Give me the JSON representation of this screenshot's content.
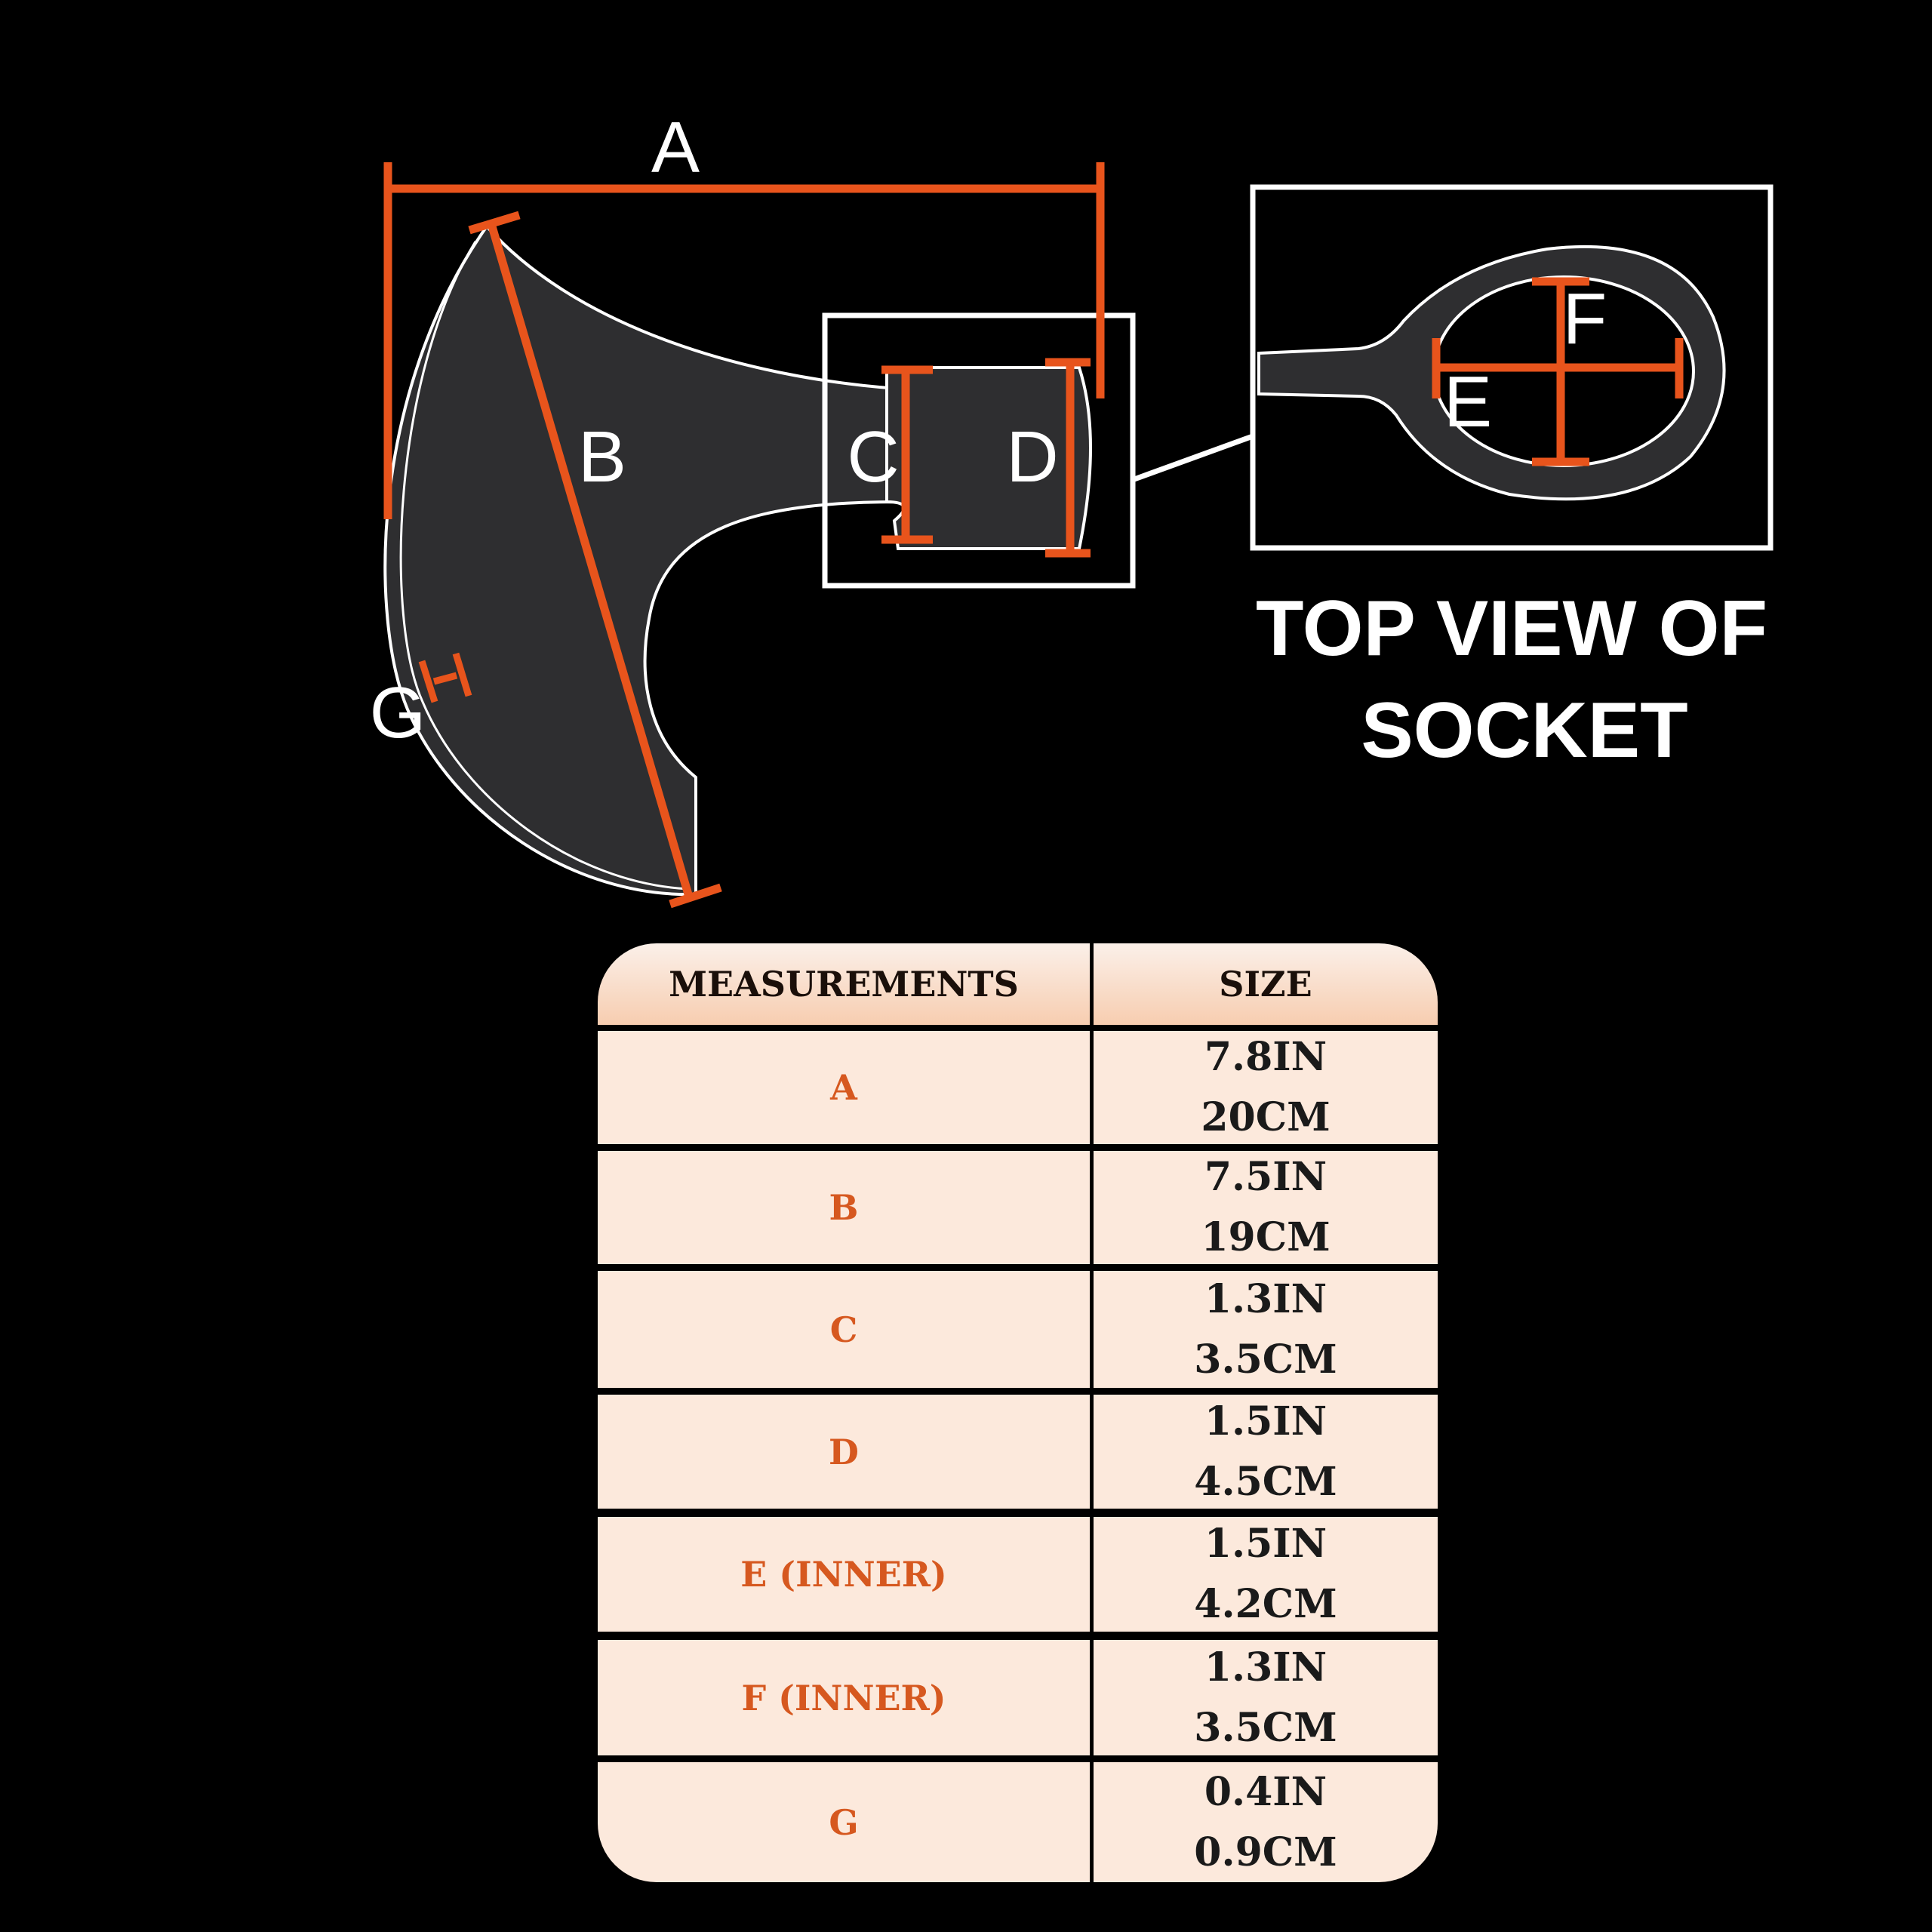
{
  "diagram": {
    "labels": {
      "A": "A",
      "B": "B",
      "C": "C",
      "D": "D",
      "E": "E",
      "F": "F",
      "G": "G"
    },
    "caption_line1": "TOP VIEW OF",
    "caption_line2": "SOCKET",
    "colors": {
      "background": "#000000",
      "axe": "#2e2e30",
      "outline": "#ffffff",
      "measure": "#e8541c"
    }
  },
  "table": {
    "headers": {
      "measurement": "MEASUREMENTS",
      "size": "SIZE"
    },
    "rows": [
      {
        "name": "A",
        "in": "7.8IN",
        "cm": "20CM"
      },
      {
        "name": "B",
        "in": "7.5IN",
        "cm": "19CM"
      },
      {
        "name": "C",
        "in": "1.3IN",
        "cm": "3.5CM"
      },
      {
        "name": "D",
        "in": "1.5IN",
        "cm": "4.5CM"
      },
      {
        "name": "E (INNER)",
        "in": "1.5IN",
        "cm": "4.2CM"
      },
      {
        "name": "F (INNER)",
        "in": "1.3IN",
        "cm": "3.5CM"
      },
      {
        "name": "G",
        "in": "0.4IN",
        "cm": "0.9CM"
      }
    ],
    "colors": {
      "header_top": "#fbf0e9",
      "header_bottom": "#f7cdb0",
      "row": "#fce9dc",
      "name_text": "#d6581f"
    }
  }
}
